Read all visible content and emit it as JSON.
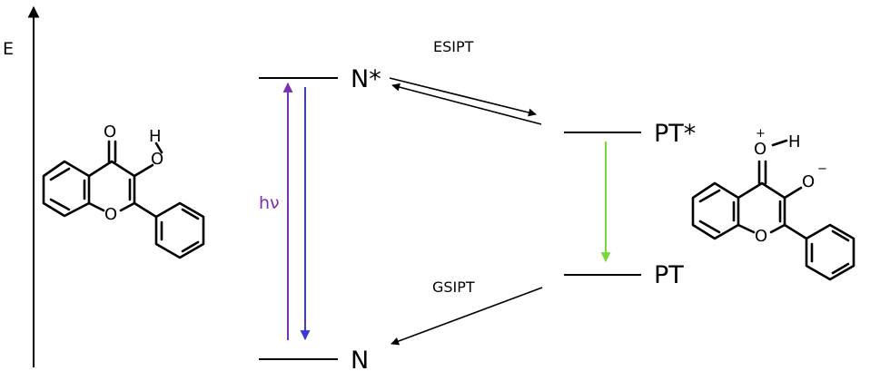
{
  "axis": {
    "label": "E"
  },
  "states": {
    "n_star": "N*",
    "pt_star": "PT*",
    "pt": "PT",
    "n": "N"
  },
  "processes": {
    "esipt": "ESIPT",
    "gsipt": "GSIPT",
    "excitation": "hν"
  },
  "molecule_left": {
    "atoms": {
      "o_carbonyl": "O",
      "oh": "O",
      "h": "H",
      "o_ring": "O"
    }
  },
  "molecule_right": {
    "atoms": {
      "o_carbonyl": "O",
      "h": "H",
      "o_ring": "O",
      "o_anion": "O"
    },
    "charges": {
      "plus": "+",
      "minus": "−"
    }
  },
  "colors": {
    "excitation_arrow": "#7b2fb5",
    "emission_n_arrow": "#3a3ad6",
    "emission_pt_arrow": "#7ad63c",
    "levels": "#000000"
  }
}
